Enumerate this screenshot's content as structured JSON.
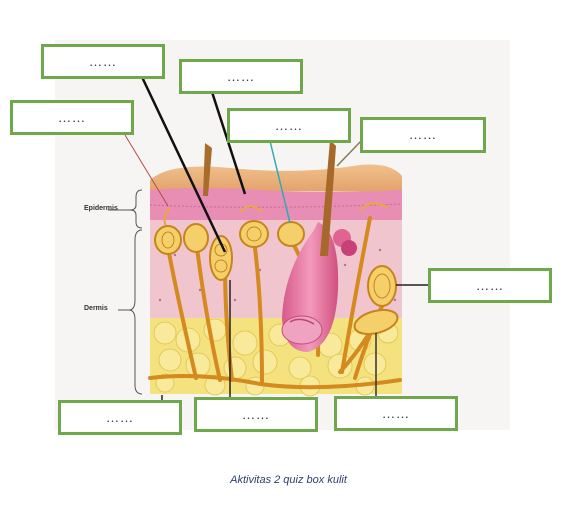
{
  "diagram": {
    "side_labels": {
      "epidermis": "Epidermis",
      "dermis": "Dermis"
    },
    "answer_boxes": {
      "top_left_1": "……",
      "top_left_2": "……",
      "top_center": "……",
      "top_mid": "……",
      "top_right": "……",
      "right_mid": "……",
      "bottom_left": "……",
      "bottom_center": "……",
      "bottom_right": "……"
    }
  },
  "caption": "Aktivitas  2 quiz box kulit",
  "colors": {
    "box_border": "#6fa84a",
    "skin_surface": "#e9b07a",
    "epidermis": "#e58cb2",
    "dermis": "#f2c6cf",
    "fat": "#f3e07a",
    "nerve": "#d48a1e"
  }
}
